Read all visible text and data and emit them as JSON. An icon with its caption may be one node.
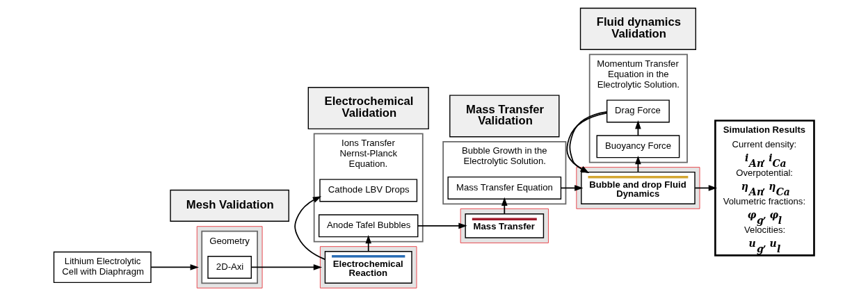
{
  "diagram": {
    "nodes": [
      {
        "text": [
          "Lithium Electrolytic Cell with Diaphragm"
        ]
      },
      {
        "text": [],
        "shape": "box"
      },
      {
        "text": [
          "Geometry"
        ],
        "in": 1
      },
      {
        "text": [
          "2D-Axi"
        ],
        "in": 2
      },
      {
        "text": [
          "Ions Transfer Nernst-Planck Equation."
        ]
      },
      {
        "text": [
          "Cathode LBV Drops"
        ],
        "in": 4
      },
      {
        "text": [
          "Anode Tafel Bubbles"
        ],
        "in": 4
      },
      {
        "text": [],
        "shape": "box"
      },
      {
        "text": [
          "Electrochemical Reaction"
        ],
        "in": 7
      },
      {
        "text": [
          "Bubble Growth in the Electrolytic Solution."
        ]
      },
      {
        "text": [
          "Mass Transfer Equation"
        ],
        "in": 9
      },
      {
        "text": [],
        "shape": "box"
      },
      {
        "text": [
          "Mass Transfer"
        ],
        "in": 11
      },
      {
        "text": [
          "Momentum Transfer Equation in the Electrolytic Solution."
        ]
      },
      {
        "text": [
          "Buoyancy Force"
        ],
        "in": 13
      },
      {
        "text": [
          "Drag Force"
        ],
        "in": 13
      },
      {
        "text": [],
        "shape": "box"
      },
      {
        "text": [
          "Bubble and drop Fluid Dynamics"
        ],
        "in": 16
      },
      {
        "text": [
          "Simulation Results",
          "Current density:",
          "i$_{An}$, i$_{Ca}$",
          "Overpotential:",
          "η$_{An}$, η$_{Ca}$",
          "Volumetric fractions:",
          "φ$_{g}$, φ$_{l}$",
          "Velocities:",
          "u$_{g}$, u$_{l}$"
        ]
      },
      {
        "text": [
          "Mesh Validation"
        ]
      },
      {
        "text": [
          "Electrochemical Validation"
        ]
      },
      {
        "text": [
          "Mass Transfer Validation"
        ]
      },
      {
        "text": [
          "Fluid dynamics Validation"
        ]
      }
    ],
    "edges": [
      {
        "from": 0,
        "to": 1,
        "arrow": "to"
      },
      {
        "from": 3,
        "to": 7,
        "arrow": "to"
      },
      {
        "from": 8,
        "to": 5,
        "arrow": "to"
      },
      {
        "from": 8,
        "to": 6,
        "arrow": "to"
      },
      {
        "from": 6,
        "to": 12,
        "arrow": "to"
      },
      {
        "from": 12,
        "to": 10,
        "arrow": "to"
      },
      {
        "from": 10,
        "to": 17,
        "arrow": "to"
      },
      {
        "from": 17,
        "to": 14,
        "arrow": "to"
      },
      {
        "from": 14,
        "to": 15,
        "arrow": "to"
      },
      {
        "from": 15,
        "to": 17,
        "arrow": "to"
      },
      {
        "from": 17,
        "to": 18,
        "arrow": "to"
      }
    ]
  }
}
